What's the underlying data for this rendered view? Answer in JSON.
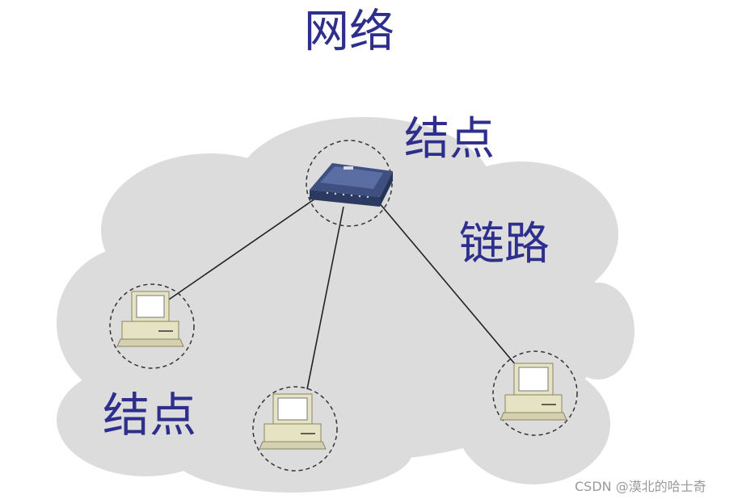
{
  "title": "网络",
  "labels": {
    "node_top": "结点",
    "link": "链路",
    "node_bottom": "结点"
  },
  "watermark": "CSDN @漠北的哈士奇",
  "colors": {
    "text": "#2e2e8c",
    "cloud": "#dcdcdc",
    "switch": "#4d5f92",
    "computer": "#e6e2c4",
    "screen": "#ffffff"
  }
}
